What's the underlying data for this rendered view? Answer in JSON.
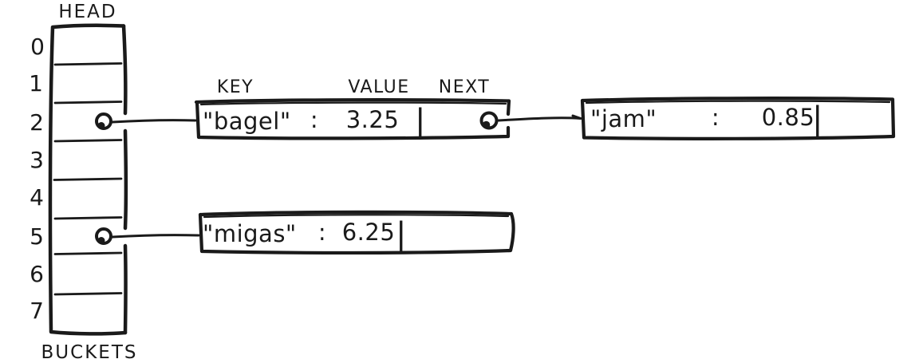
{
  "diagram": {
    "title_labels": {
      "head": "HEAD",
      "buckets": "BUCKETS"
    },
    "bucket_indices": [
      "0",
      "1",
      "2",
      "3",
      "4",
      "5",
      "6",
      "7"
    ],
    "column_labels": {
      "key": "KEY",
      "value": "VALUE",
      "next": "NEXT"
    },
    "entries": {
      "bagel": {
        "key": "\"bagel\"",
        "sep": ":",
        "value": "3.25",
        "pipe": "|"
      },
      "jam": {
        "key": "\"jam\"",
        "sep": ":",
        "value": "0.85",
        "pipe": "|"
      },
      "migas": {
        "key": "\"migas\"",
        "sep": ":",
        "value": "6.25",
        "pipe": "|"
      }
    },
    "links": [
      {
        "bucket": "2",
        "chain": [
          "bagel",
          "jam"
        ]
      },
      {
        "bucket": "5",
        "chain": [
          "migas"
        ]
      }
    ],
    "colors": {
      "ink": "#1a1a1a",
      "paper": "#ffffff"
    }
  }
}
